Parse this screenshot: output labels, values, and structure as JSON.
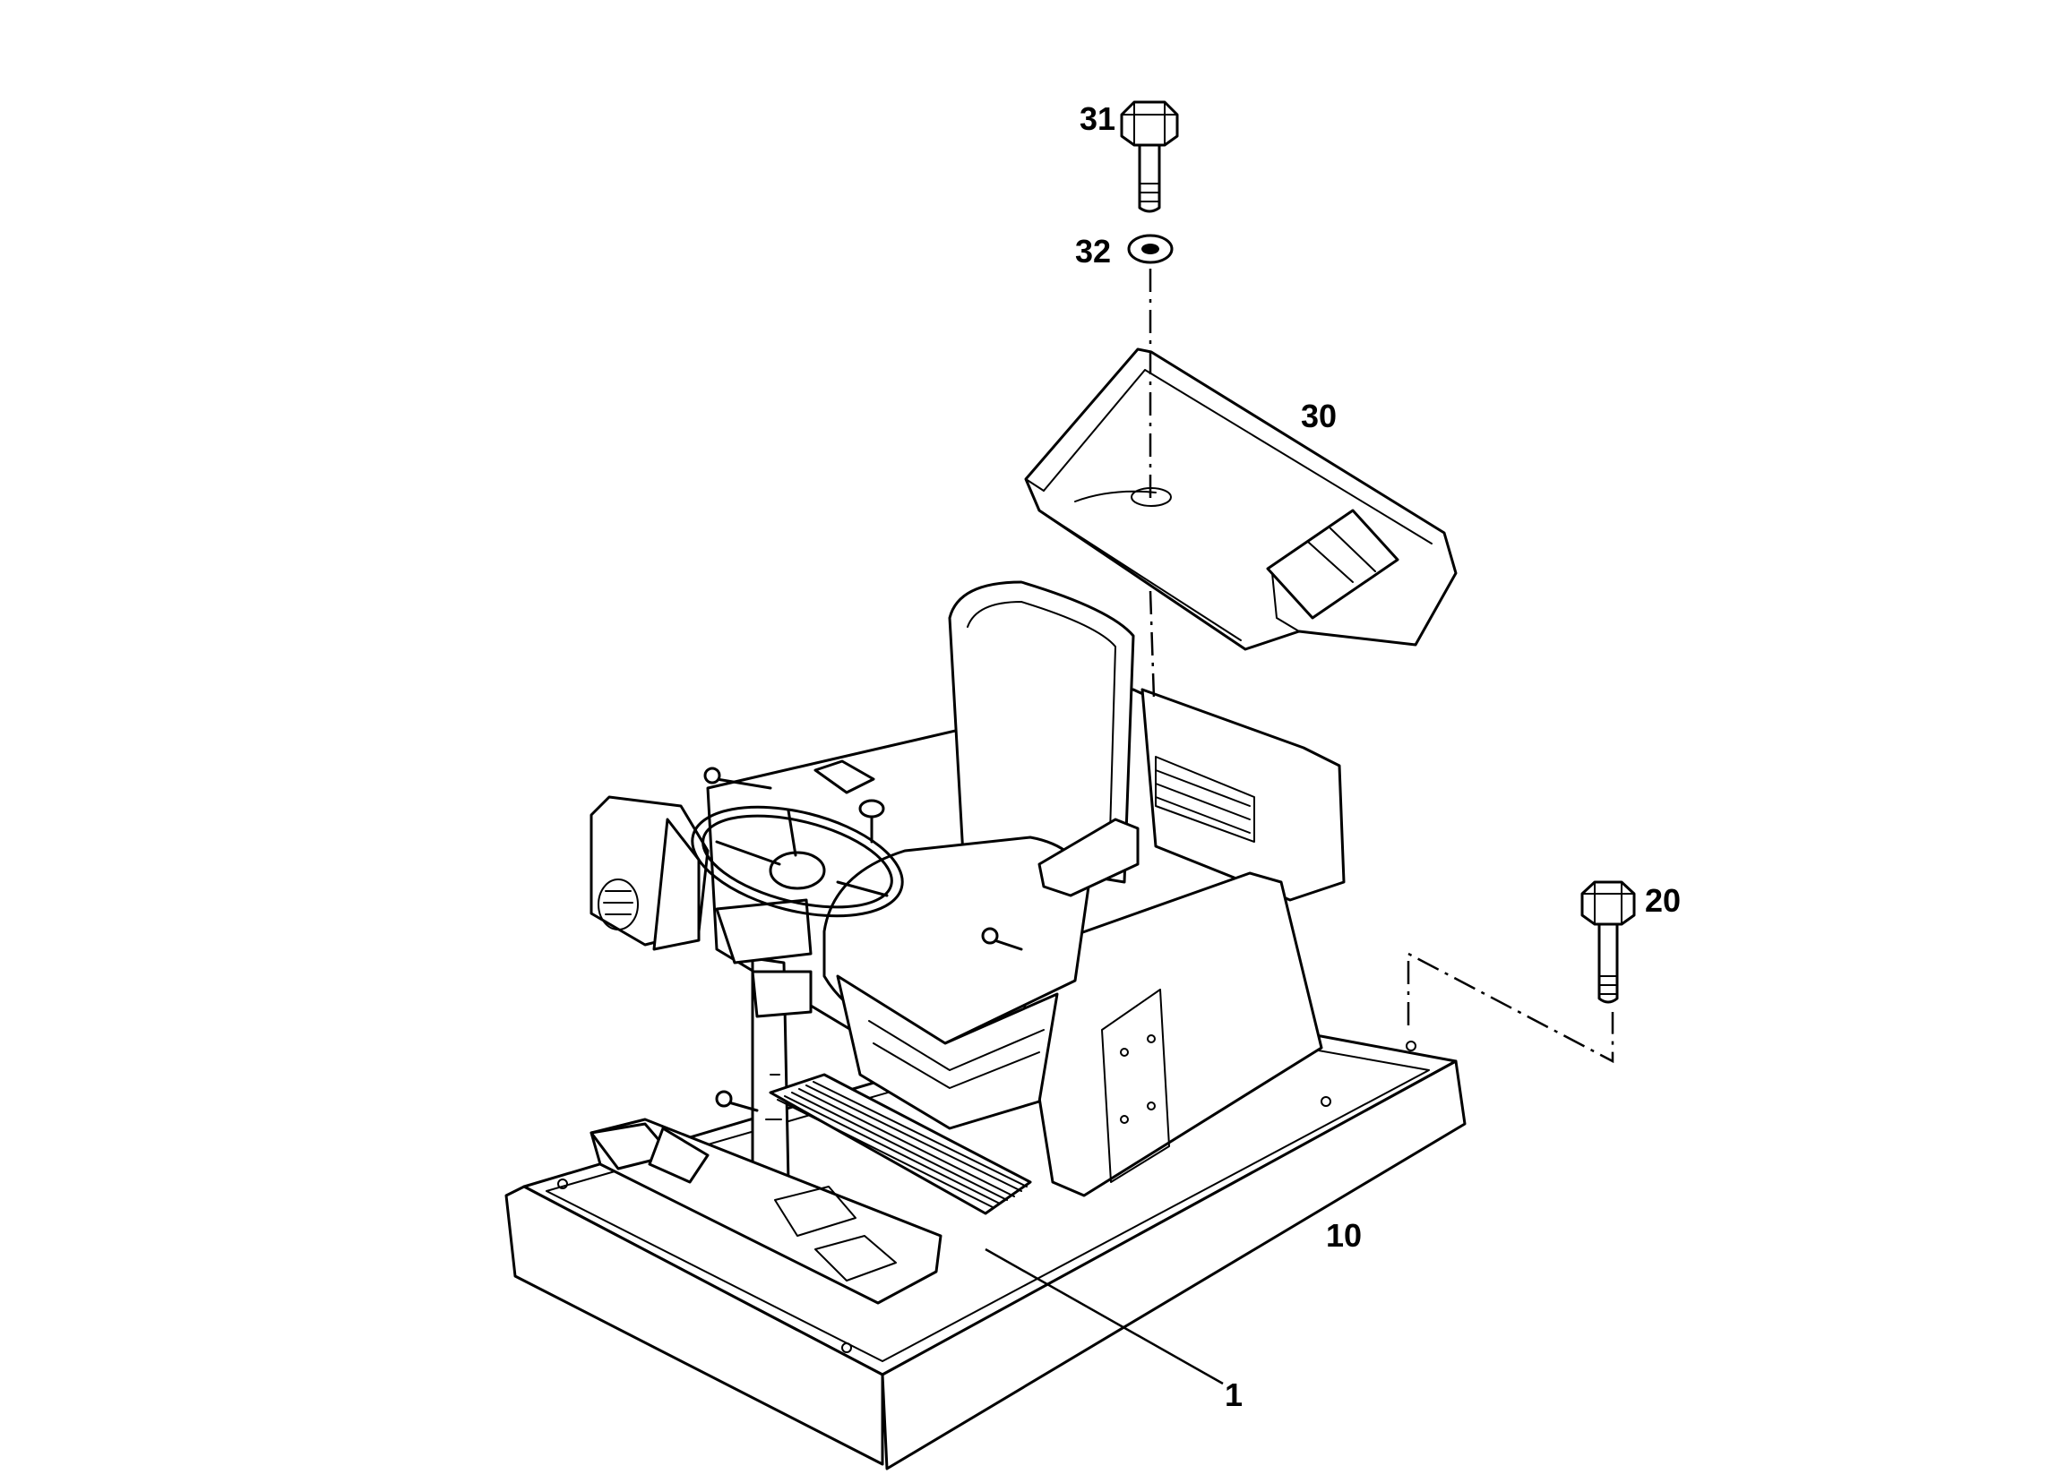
{
  "callouts": {
    "c1": "1",
    "c10": "10",
    "c20": "20",
    "c30": "30",
    "c31": "31",
    "c32": "32"
  }
}
